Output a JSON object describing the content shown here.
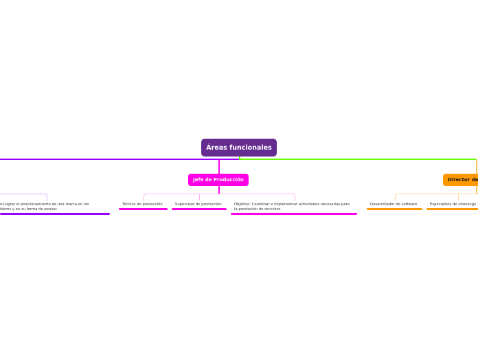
{
  "root": {
    "label": "Áreas funcionales",
    "color": "#662d91"
  },
  "branches": [
    {
      "label": "",
      "color": "#9900ff",
      "children": [
        {
          "label_lines": [
            "o:Lograr el posicionamiento de una marca en los",
            "idores y en su forma de pensar."
          ]
        }
      ]
    },
    {
      "label": "Jefe de Producción",
      "color": "#ff00e6",
      "children": [
        {
          "label_lines": [
            "Técnico de producción"
          ]
        },
        {
          "label_lines": [
            "Supervisor de producción"
          ]
        },
        {
          "label_lines": [
            "Objetivo: Coordinar e implementar actividades necesarias para",
            "la prestación de servicios."
          ]
        }
      ]
    },
    {
      "label": "Director de",
      "color": "#ff9900",
      "line_color": "#66ff00",
      "children": [
        {
          "label_lines": [
            "Desarrollador de software"
          ]
        },
        {
          "label_lines": [
            "Especialista de cibersegu"
          ]
        }
      ]
    }
  ]
}
